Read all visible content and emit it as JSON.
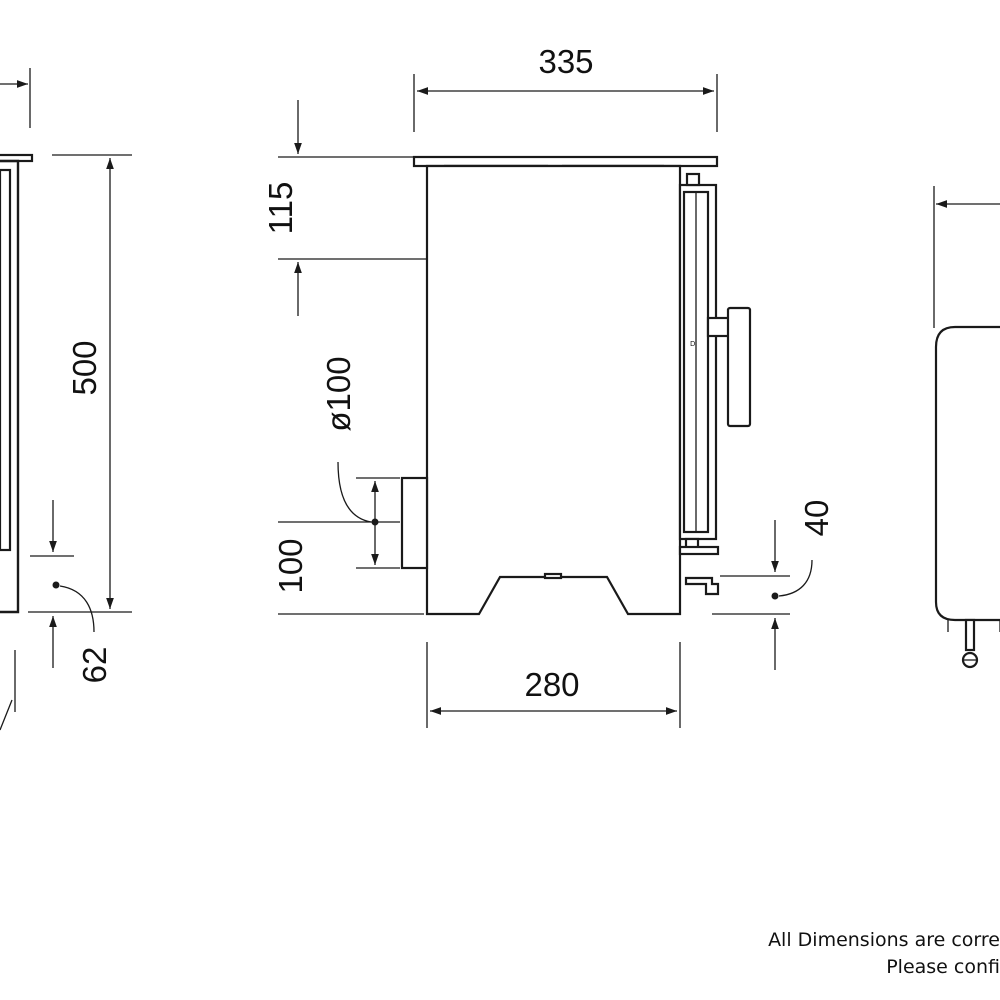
{
  "dimensions": {
    "depth_total": "335",
    "height_total": "500",
    "top_to_flue_center": "115",
    "flue_diameter": "ø100",
    "flue_height": "100",
    "leg_width": "280",
    "left_offset": "62",
    "ash_offset": "40"
  },
  "notes": {
    "line1": "All Dimensions are corre",
    "line2": "Please confi"
  },
  "colors": {
    "line": "#1a1a1a",
    "background": "#ffffff"
  }
}
